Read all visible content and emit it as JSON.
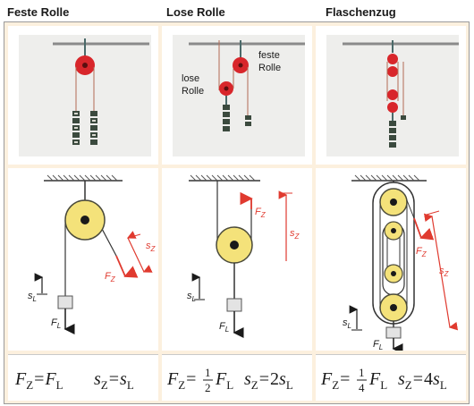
{
  "columns": [
    {
      "title": "Feste Rolle",
      "force_label": "F",
      "force_sub": "Z",
      "dist_label": "s",
      "dist_sub": "Z",
      "load_dist_label": "s",
      "load_dist_sub": "L",
      "load_force_label": "F",
      "load_force_sub": "L",
      "formula": {
        "lhs": "F",
        "lhs_sub": "Z",
        "eq": "=",
        "rhs": "F",
        "rhs_sub": "L",
        "s_lhs": "s",
        "s_lhs_sub": "Z",
        "s_eq": "=",
        "s_rhs": "s",
        "s_rhs_sub": "L"
      }
    },
    {
      "title": "Lose Rolle",
      "photo_label_loose": [
        "lose",
        "Rolle"
      ],
      "photo_label_fixed": [
        "feste",
        "Rolle"
      ],
      "force_label": "F",
      "force_sub": "Z",
      "dist_label": "s",
      "dist_sub": "Z",
      "load_dist_label": "s",
      "load_dist_sub": "L",
      "load_force_label": "F",
      "load_force_sub": "L",
      "formula": {
        "lhs": "F",
        "lhs_sub": "Z",
        "eq": "=",
        "num": "1",
        "den": "2",
        "rhs": "F",
        "rhs_sub": "L",
        "s_lhs": "s",
        "s_lhs_sub": "Z",
        "s_eq": "=",
        "s_factor": "2",
        "s_rhs": "s",
        "s_rhs_sub": "L"
      }
    },
    {
      "title": "Flaschenzug",
      "force_label": "F",
      "force_sub": "Z",
      "dist_label": "s",
      "dist_sub": "Z",
      "load_dist_label": "s",
      "load_dist_sub": "L",
      "load_force_label": "F",
      "load_force_sub": "L",
      "formula": {
        "lhs": "F",
        "lhs_sub": "Z",
        "eq": "=",
        "num": "1",
        "den": "4",
        "rhs": "F",
        "rhs_sub": "L",
        "s_lhs": "s",
        "s_lhs_sub": "Z",
        "s_eq": "=",
        "s_factor": "4",
        "s_rhs": "s",
        "s_rhs_sub": "L"
      }
    }
  ],
  "colors": {
    "pulley": "#f4e27a",
    "pulley_stroke": "#4a4a3a",
    "photo_pulley": "#d8262b",
    "force_arrow": "#e03a2f",
    "background": "#fcf0de",
    "load_box": "#e3e3e3",
    "weights": "#3b4a3e"
  }
}
